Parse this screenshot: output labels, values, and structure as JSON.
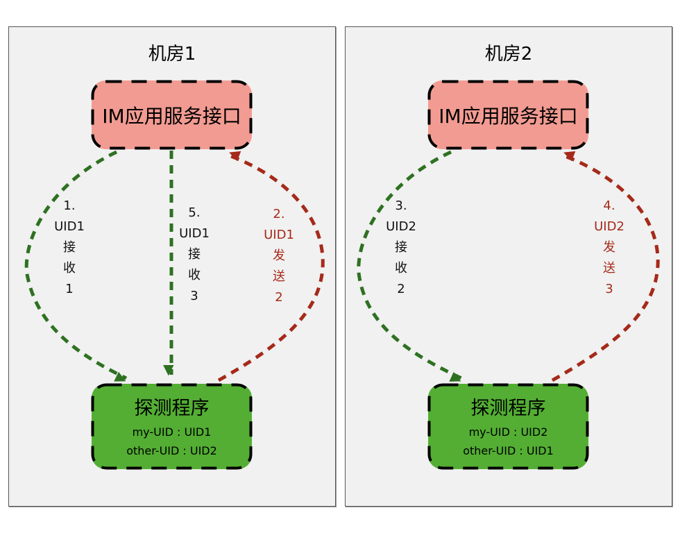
{
  "colors": {
    "panel_bg": "#f1f1f1",
    "im_box_fill": "#f29b92",
    "probe_box_fill": "#53ae33",
    "receive_edge": "#2e7121",
    "send_edge": "#a52a1a"
  },
  "rooms": [
    {
      "title": "机房1",
      "im_service": {
        "label": "IM应用服务接口"
      },
      "probe": {
        "title": "探测程序",
        "my_uid": "my-UID : UID1",
        "other_uid": "other-UID : UID2"
      },
      "edges": [
        {
          "type": "receive",
          "label": "1.\nUID1\n接\n收\n1"
        },
        {
          "type": "receive",
          "label": "5.\nUID1\n接\n收\n3"
        },
        {
          "type": "send",
          "label": "2.\nUID1\n发\n送\n2"
        }
      ]
    },
    {
      "title": "机房2",
      "im_service": {
        "label": "IM应用服务接口"
      },
      "probe": {
        "title": "探测程序",
        "my_uid": "my-UID : UID2",
        "other_uid": "other-UID : UID1"
      },
      "edges": [
        {
          "type": "receive",
          "label": "3.\nUID2\n接\n收\n2"
        },
        {
          "type": "send",
          "label": "4.\nUID2\n发\n送\n3"
        }
      ]
    }
  ]
}
